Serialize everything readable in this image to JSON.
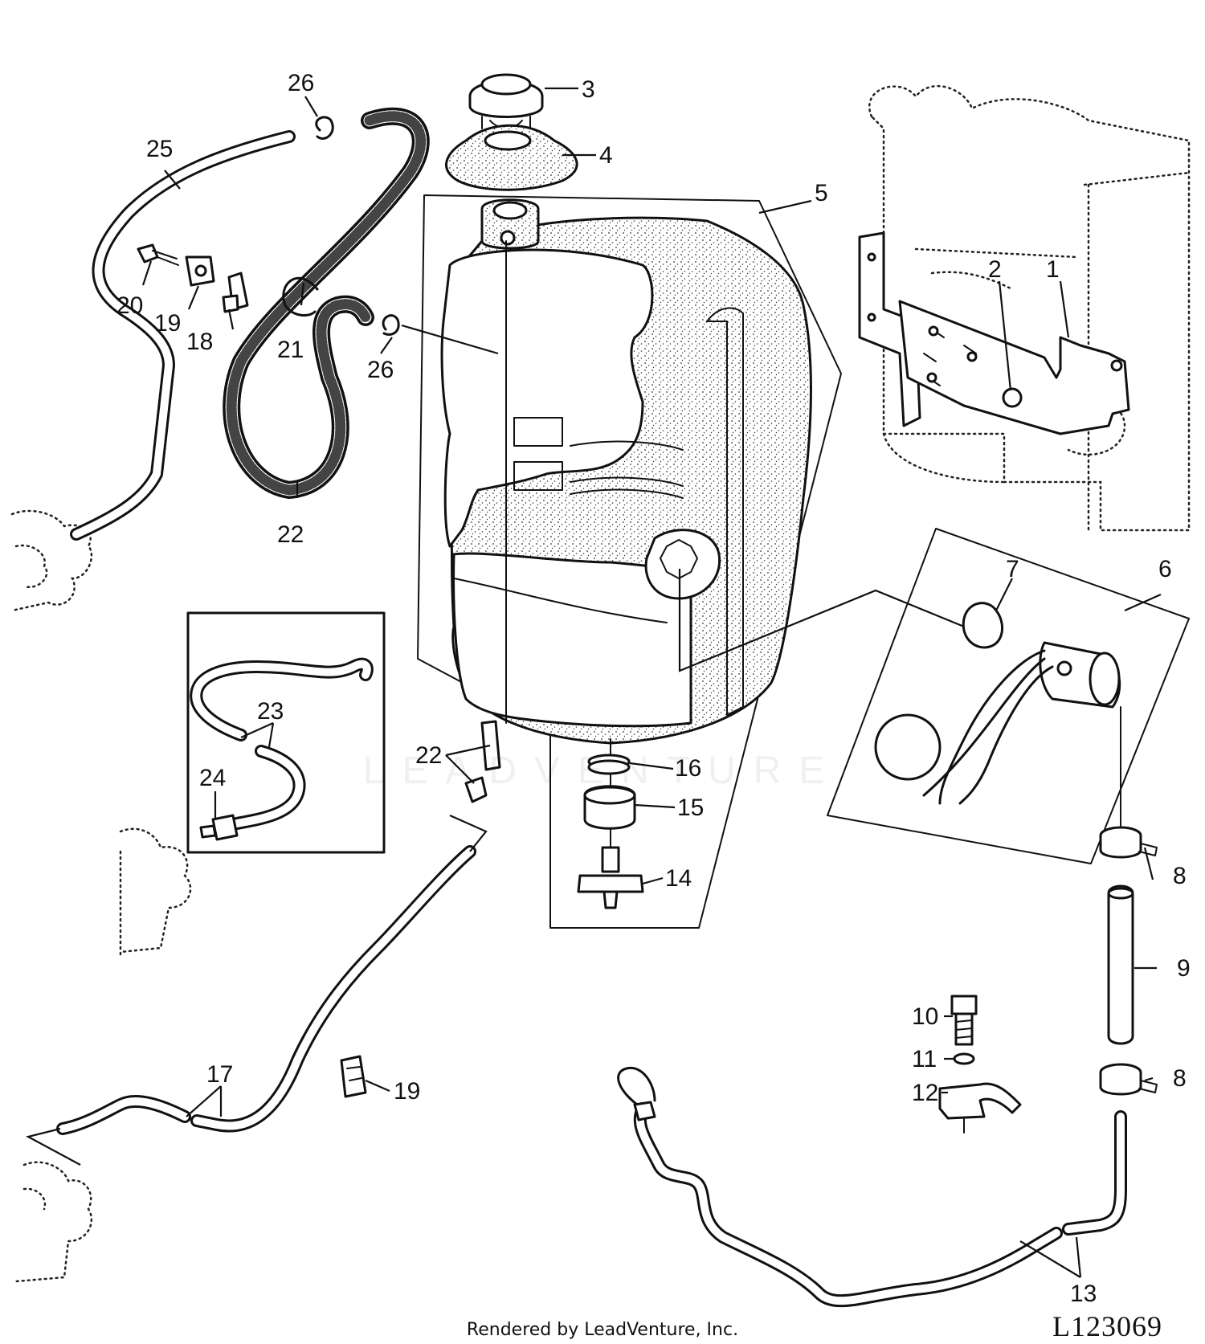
{
  "diagram": {
    "callouts": [
      "1",
      "2",
      "3",
      "4",
      "5",
      "6",
      "7",
      "8",
      "8",
      "9",
      "10",
      "11",
      "12",
      "13",
      "14",
      "15",
      "16",
      "17",
      "18",
      "19",
      "19",
      "20",
      "21",
      "22",
      "22",
      "22",
      "23",
      "24",
      "25",
      "26",
      "26"
    ]
  },
  "watermark": "LEADVENTURE",
  "footer": {
    "rendered_by": "Rendered by LeadVenture, Inc.",
    "reference": "L123069"
  }
}
